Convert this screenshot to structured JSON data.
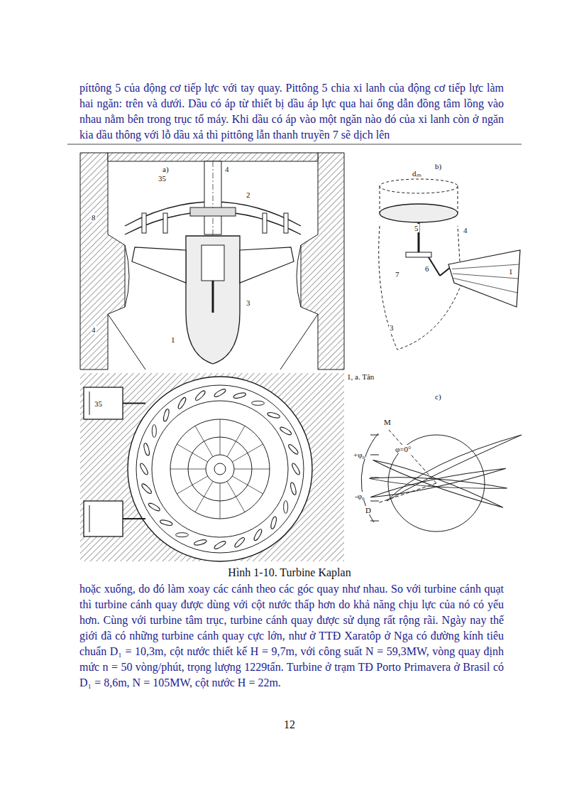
{
  "diagram": {
    "caption": "Hình 1-10. Turbine Kaplan",
    "labels": [
      "píttông 5 của động cơ tiếp lực với tay quay. Pittông 5 chia xi lanh của động cơ tiếp lực làm hai ngăn: trên và dưới. Dầu có áp từ thiết bị dầu áp lực qua hai ống dẫn đồng tâm lồng vào nhau nằm bên trong trục tổ máy. Khi dầu có áp vào một ngăn nào đó của xi lanh còn ở ngăn kia dầu thông với lỗ dầu xả thì pittông lẫn thanh truyền 7 sẽ dịch lên",
      "a)",
      "35",
      "4",
      "8",
      "2",
      "3",
      "4",
      "1",
      "b)",
      "dₘ",
      "5",
      "4",
      "6",
      "7",
      "1",
      "3",
      "1, a. Tân",
      "35",
      "c)",
      "M",
      "+φ₀",
      "φ=0°",
      "-φ₀",
      "D",
      "hoặc xuống, do đó làm xoay các cánh theo các góc quay như nhau. So với turbine cánh quạt thì turbine cánh quay được dùng với cột nước thấp hơn do khả năng chịu lực của nó có yếu hơn. Cùng với turbine tâm trục, turbine cánh quay được sử dụng rất rộng rãi. Ngày nay thế giới đã có những turbine cánh quay cực lớn, như ở TTĐ Xaratôp ở Nga có đường kính tiêu chuẩn D₁ = 10,3m, cột nước thiết kế H = 9,7m, với công suất N = 59,3MW, vòng quay định mức n = 50 vòng/phút, trọng lượng 1229tấn. Turbine ở trạm TĐ Porto Primavera ở Brasil có D₁ = 8,6m, N = 105MW, cột nước H = 22m.",
      "12"
    ]
  }
}
